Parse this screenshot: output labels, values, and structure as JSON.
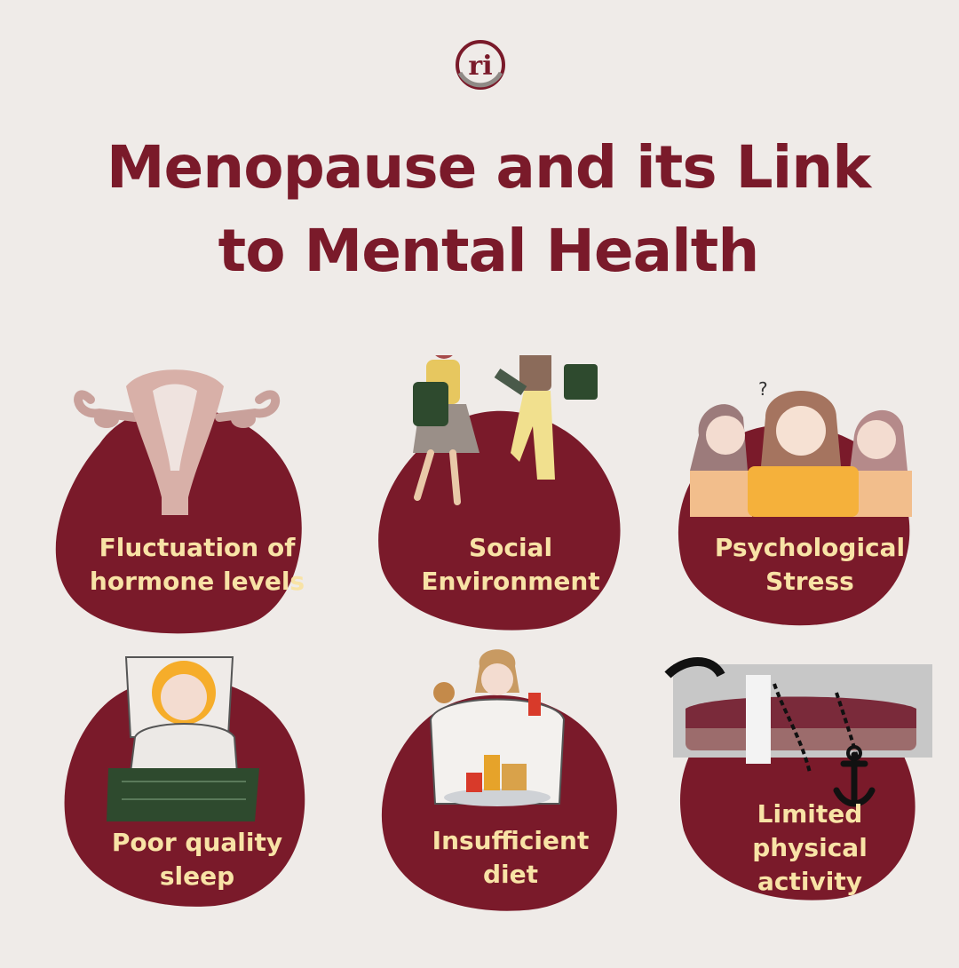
{
  "logo": {
    "mark": "ri",
    "icon": "ri-logo-icon"
  },
  "title": {
    "line1": "Menopause and its Link",
    "line2": "to Mental Health"
  },
  "colors": {
    "background": "#efebe8",
    "accent": "#7a1a2a",
    "label": "#f8e3a6"
  },
  "factors": [
    {
      "line1": "Fluctuation of",
      "line2": "hormone levels",
      "icon": "uterus-illustration-icon"
    },
    {
      "line1": "Social",
      "line2": "Environment",
      "icon": "women-shopping-illustration-icon"
    },
    {
      "line1": "Psychological",
      "line2": "Stress",
      "icon": "stressed-women-illustration-icon"
    },
    {
      "line1": "Poor quality",
      "line2": "sleep",
      "icon": "sleepless-woman-illustration-icon"
    },
    {
      "line1": "Insufficient",
      "line2": "diet",
      "icon": "fast-food-eating-illustration-icon"
    },
    {
      "line1": "Limited",
      "line2": "physical",
      "line3": "activity",
      "icon": "chained-to-bed-illustration-icon"
    }
  ]
}
